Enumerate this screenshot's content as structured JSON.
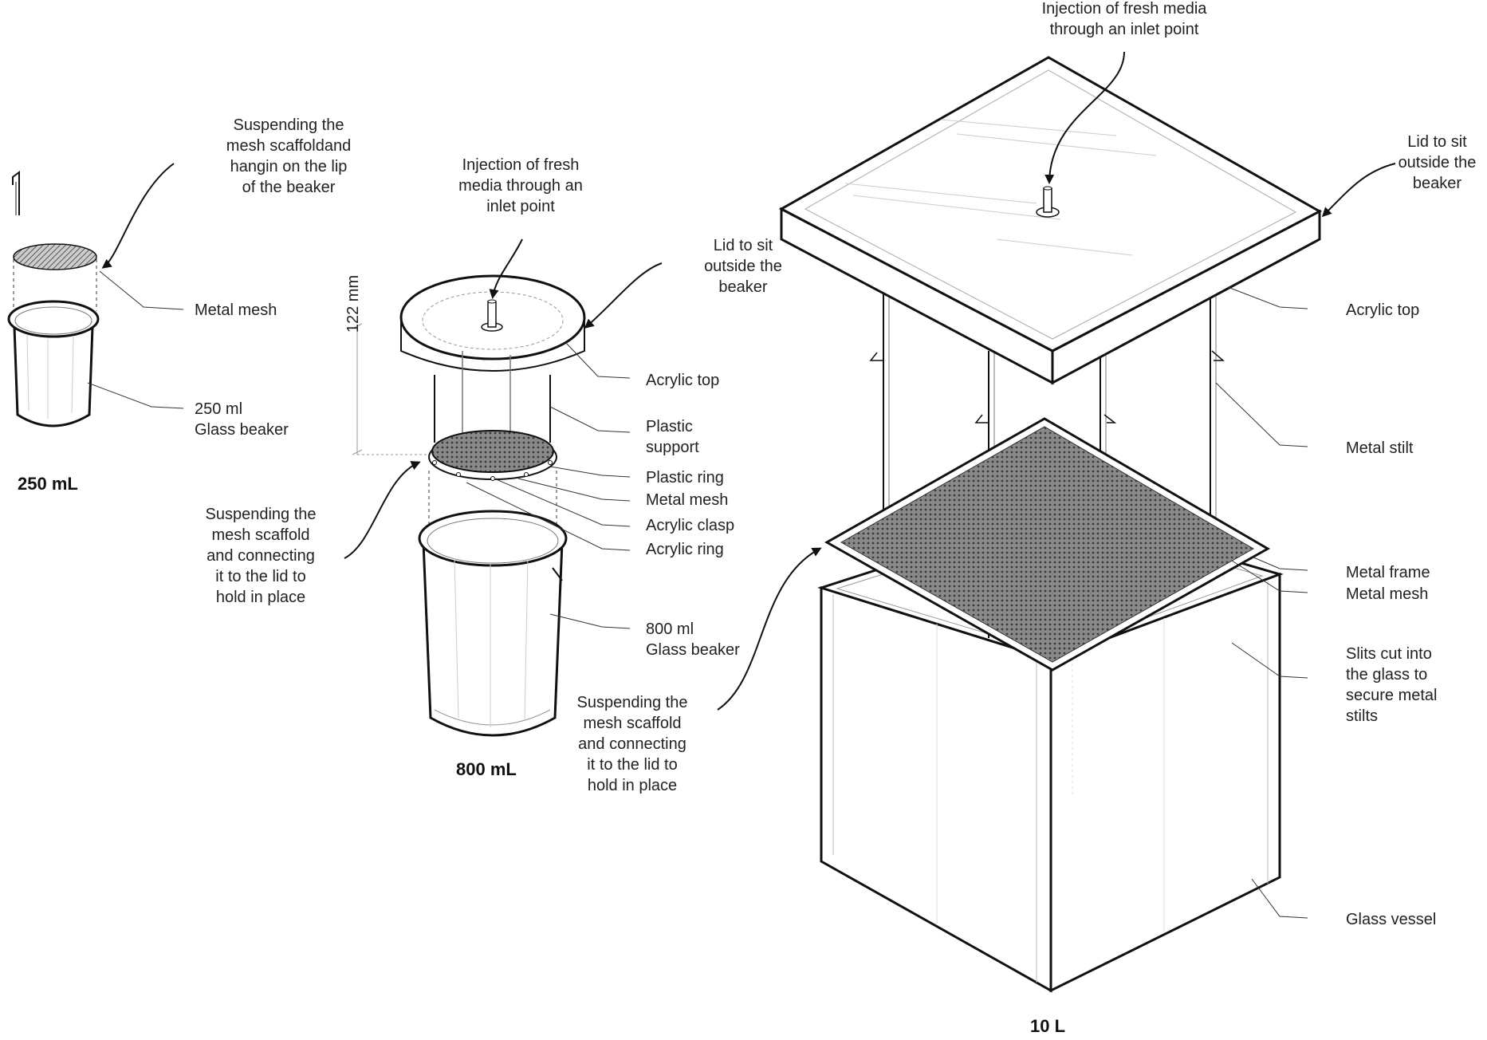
{
  "colors": {
    "stroke": "#111111",
    "mesh": "#6a6a6a",
    "leader": "#333333",
    "dimension": "#999999"
  },
  "beaker_250": {
    "title": "250 mL",
    "callout_suspend": "Suspending the\nmesh scaffoldand\nhangin on the lip\nof the beaker",
    "labels": {
      "metal_mesh": "Metal mesh",
      "beaker": "250 ml\nGlass beaker"
    }
  },
  "beaker_800": {
    "title": "800 mL",
    "callout_injection": "Injection of fresh\nmedia through an\ninlet point",
    "callout_lid": "Lid to sit\noutside the\nbeaker",
    "callout_suspend": "Suspending the\nmesh scaffold\nand connecting\nit to the lid to\nhold in place",
    "dimension": "122 mm",
    "labels": {
      "acrylic_top": "Acrylic top",
      "plastic_support": "Plastic\nsupport",
      "plastic_ring": "Plastic ring",
      "metal_mesh": "Metal mesh",
      "acrylic_clasp": "Acrylic clasp",
      "acrylic_ring": "Acrylic ring",
      "beaker": "800 ml\nGlass beaker"
    }
  },
  "vessel_10l": {
    "title": "10 L",
    "callout_injection": "Injection of fresh media\nthrough an inlet point",
    "callout_lid": "Lid to sit\noutside the\nbeaker",
    "callout_suspend": "Suspending the\nmesh scaffold\nand connecting\nit to the lid to\nhold in place",
    "labels": {
      "acrylic_top": "Acrylic top",
      "metal_stilt": "Metal stilt",
      "metal_frame": "Metal frame",
      "metal_mesh": "Metal mesh",
      "slits": "Slits cut into\nthe glass to\nsecure metal\nstilts",
      "glass_vessel": "Glass vessel"
    }
  }
}
